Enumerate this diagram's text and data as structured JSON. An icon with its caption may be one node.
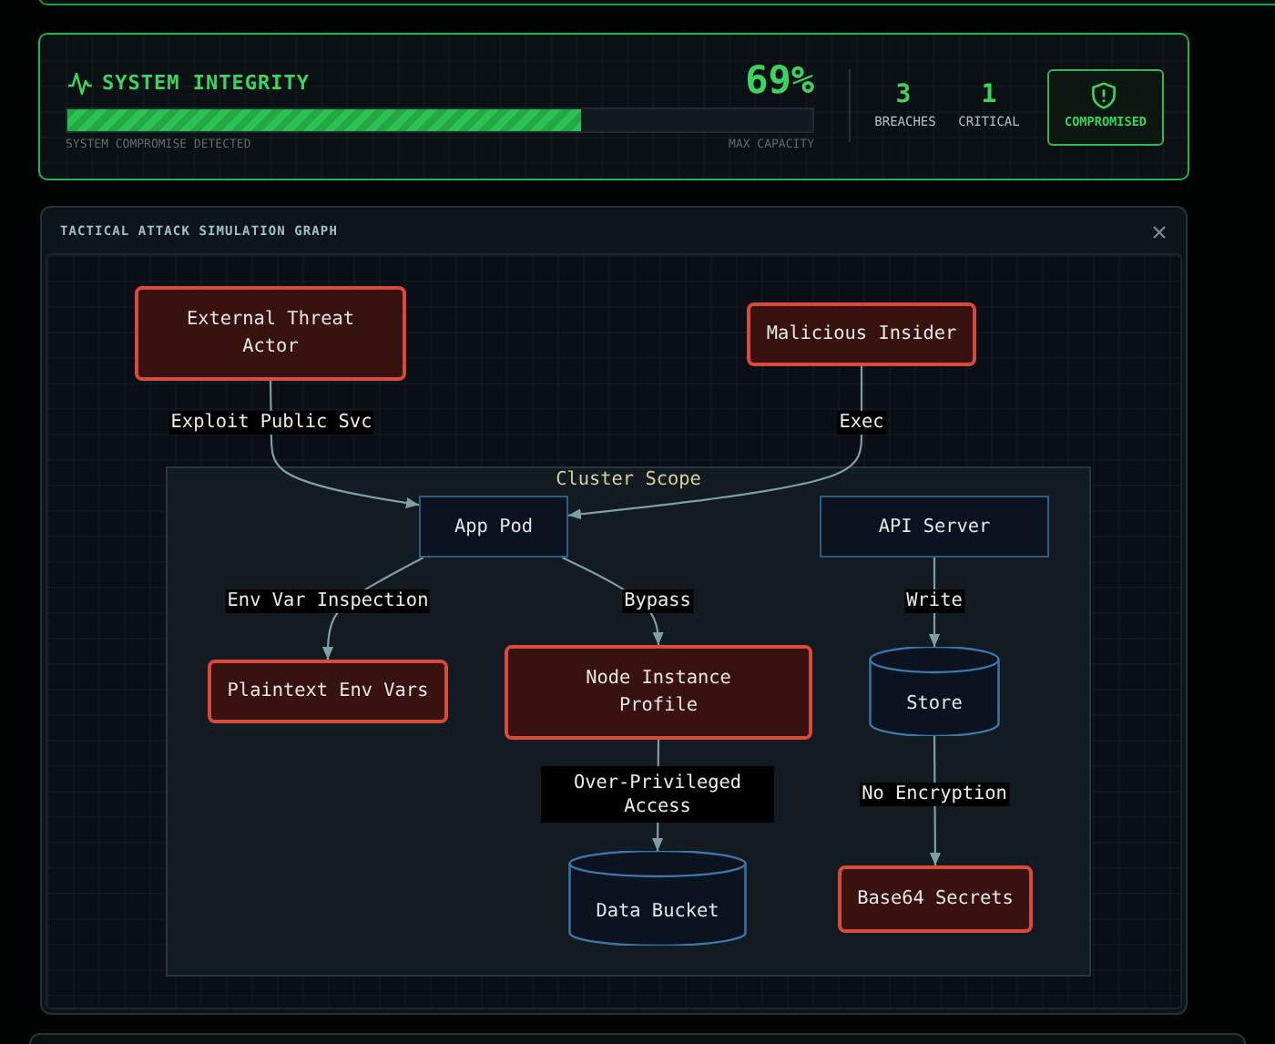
{
  "diagram": {
    "title": "TACTICAL ATTACK SIMULATION GRAPH",
    "nodes": [
      {
        "text": [
          "External Threat Actor"
        ]
      },
      {
        "text": [
          "Malicious Insider"
        ]
      },
      {
        "text": [
          "Cluster Scope"
        ]
      },
      {
        "text": [
          "App Pod"
        ],
        "in": 2
      },
      {
        "text": [
          "API Server"
        ],
        "in": 2
      },
      {
        "text": [
          "Plaintext Env Vars"
        ],
        "in": 2
      },
      {
        "text": [
          "Node Instance Profile"
        ],
        "in": 2
      },
      {
        "text": [
          "Store"
        ],
        "in": 2
      },
      {
        "text": [
          "Data Bucket"
        ],
        "in": 2
      },
      {
        "text": [
          "Base64 Secrets"
        ],
        "in": 2
      }
    ],
    "edges": [
      {
        "from": 0,
        "to": 3,
        "arrow": "to",
        "label": "Exploit Public Svc"
      },
      {
        "from": 1,
        "to": 3,
        "arrow": "to",
        "label": "Exec"
      },
      {
        "from": 3,
        "to": 5,
        "arrow": "to",
        "label": "Env Var Inspection"
      },
      {
        "from": 3,
        "to": 6,
        "arrow": "to",
        "label": "Bypass"
      },
      {
        "from": 4,
        "to": 7,
        "arrow": "to",
        "label": "Write"
      },
      {
        "from": 6,
        "to": 8,
        "arrow": "to",
        "label": "Over-Privileged Access"
      },
      {
        "from": 7,
        "to": 9,
        "arrow": "to",
        "label": "No Encryption"
      }
    ],
    "labels": [
      "SYSTEM INTEGRITY",
      "69%",
      "SYSTEM COMPROMISE DETECTED",
      "MAX CAPACITY",
      "3",
      "BREACHES",
      "1",
      "CRITICAL",
      "COMPROMISED"
    ]
  }
}
